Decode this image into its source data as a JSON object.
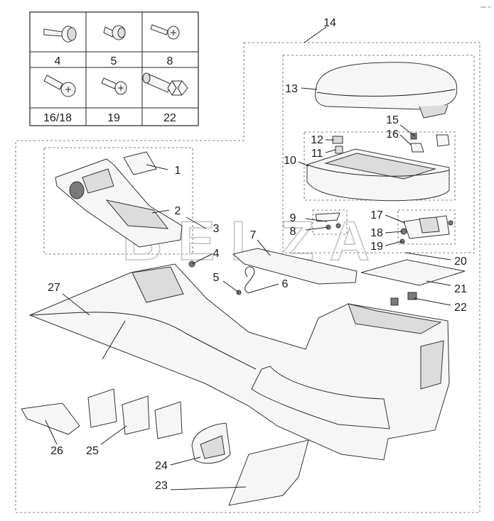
{
  "fastener_table": {
    "cells": [
      "4",
      "5",
      "8",
      "16/18",
      "19",
      "22"
    ],
    "icons": [
      "push-rivet",
      "clip-fastener",
      "self-tapping-screw",
      "phillips-screw",
      "small-screw",
      "hex-bolt"
    ]
  },
  "watermark": "BELZA",
  "corner_mark": "",
  "callouts": [
    "1",
    "2",
    "3",
    "4",
    "5",
    "6",
    "7",
    "8",
    "9",
    "10",
    "11",
    "12",
    "13",
    "14",
    "15",
    "16",
    "17",
    "18",
    "19",
    "20",
    "21",
    "22",
    "23",
    "24",
    "25",
    "26",
    "27"
  ]
}
